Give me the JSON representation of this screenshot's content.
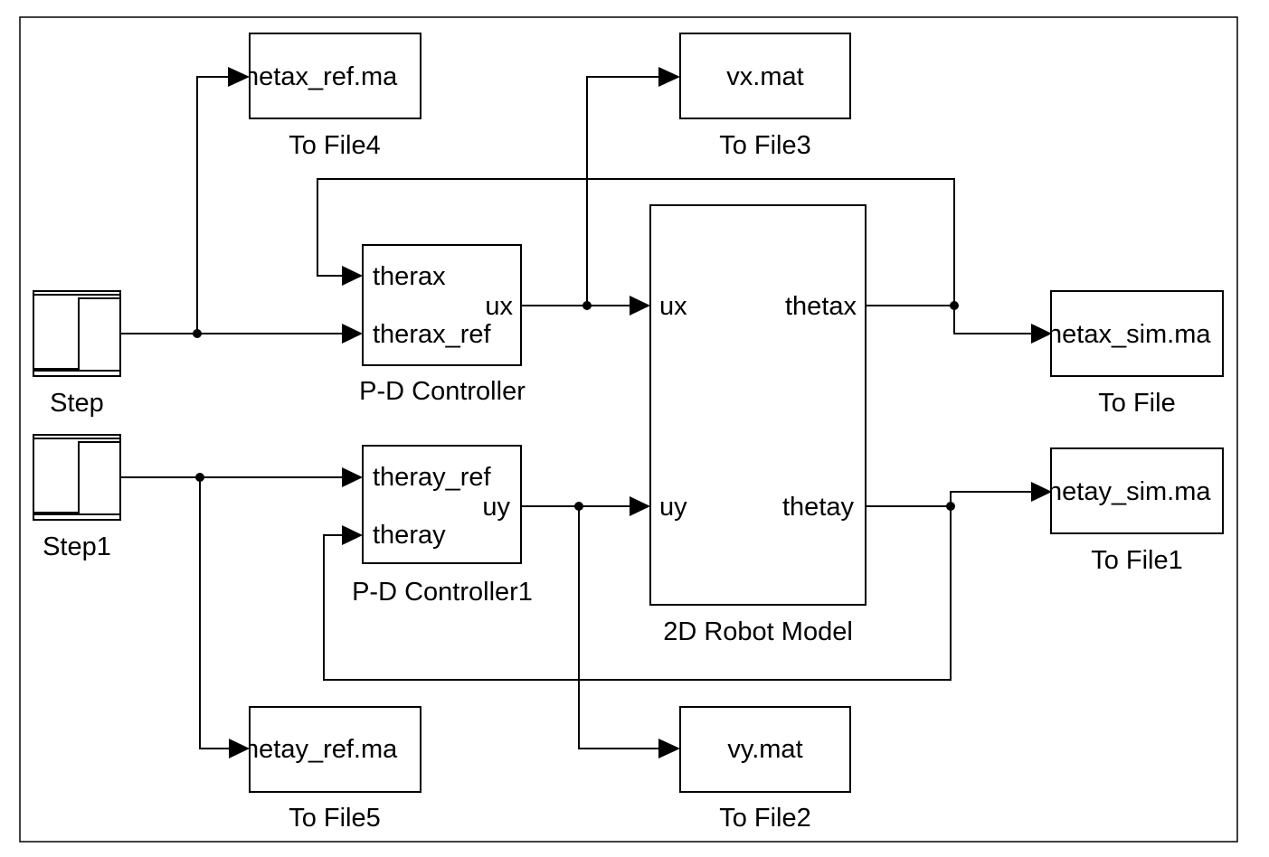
{
  "blocks": {
    "step": {
      "label": "Step"
    },
    "step1": {
      "label": "Step1"
    },
    "pd_controller": {
      "label": "P-D Controller",
      "in1": "therax",
      "in2": "therax_ref",
      "out": "ux"
    },
    "pd_controller1": {
      "label": "P-D Controller1",
      "in1": "theray_ref",
      "in2": "theray",
      "out": "uy"
    },
    "robot": {
      "label": "2D Robot Model",
      "in1": "ux",
      "in2": "uy",
      "out1": "thetax",
      "out2": "thetay"
    },
    "to_file4": {
      "label": "To File4",
      "file": "hetax_ref.ma"
    },
    "to_file3": {
      "label": "To File3",
      "file": "vx.mat"
    },
    "to_file": {
      "label": "To File",
      "file": "hetax_sim.ma"
    },
    "to_file1": {
      "label": "To File1",
      "file": "hetay_sim.ma"
    },
    "to_file5": {
      "label": "To File5",
      "file": "hetay_ref.ma"
    },
    "to_file2": {
      "label": "To File2",
      "file": "vy.mat"
    }
  }
}
